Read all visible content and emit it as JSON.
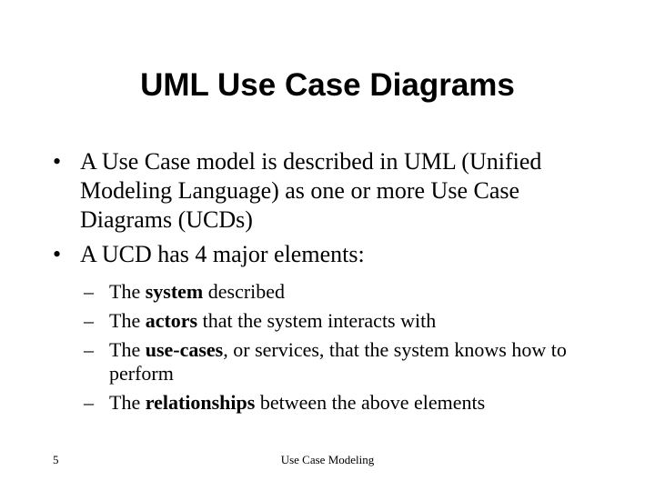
{
  "slide": {
    "title": "UML Use Case Diagrams",
    "bullets": [
      {
        "mark": "•",
        "text": "A Use Case model is described in UML (Unified Modeling Language) as one or more Use Case Diagrams (UCDs)"
      },
      {
        "mark": "•",
        "text": "A UCD has 4 major elements:"
      }
    ],
    "sub_bullets": [
      {
        "mark": "–",
        "before": "The ",
        "bold": "system",
        "after": " described"
      },
      {
        "mark": "–",
        "before": "The ",
        "bold": "actors",
        "after": " that the system interacts with"
      },
      {
        "mark": "–",
        "before": "The ",
        "bold": "use-cases",
        "after": ", or services, that the system knows how to perform"
      },
      {
        "mark": "–",
        "before": "The ",
        "bold": "relationships",
        "after": " between the above elements"
      }
    ],
    "footer": {
      "page_number": "5",
      "center_text": "Use Case Modeling"
    }
  }
}
